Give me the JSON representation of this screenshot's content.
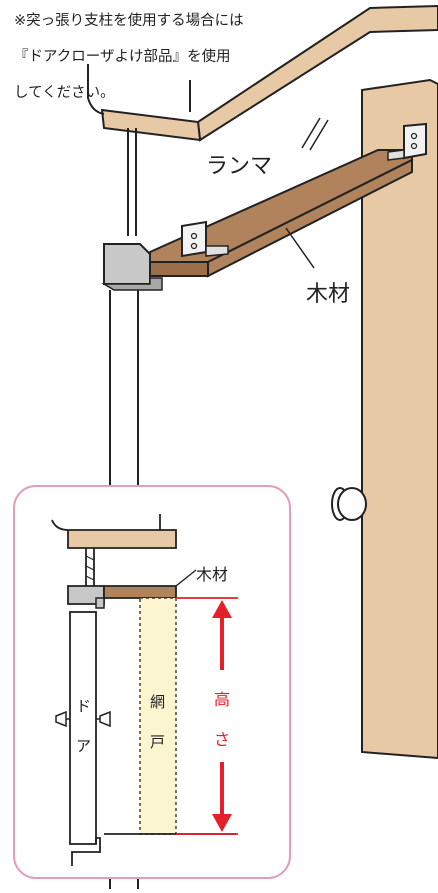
{
  "note": {
    "line1": "※突っ張り支柱を使用する場合には",
    "line2": "『ドアクローザよけ部品』を使用",
    "line3": "してください。"
  },
  "labels": {
    "transom": "ランマ",
    "wood": "木材",
    "inset_wood": "木材",
    "door": "ド\nア",
    "screen": "網\n戸",
    "height": "高\nさ"
  },
  "colors": {
    "wood": "#e8c9a6",
    "wood_dark": "#b0835c",
    "frame_gray": "#c8c8c8",
    "screen_fill": "#fbf6cf",
    "height_arrow": "#e4202a",
    "inset_border": "#e79bb9"
  }
}
